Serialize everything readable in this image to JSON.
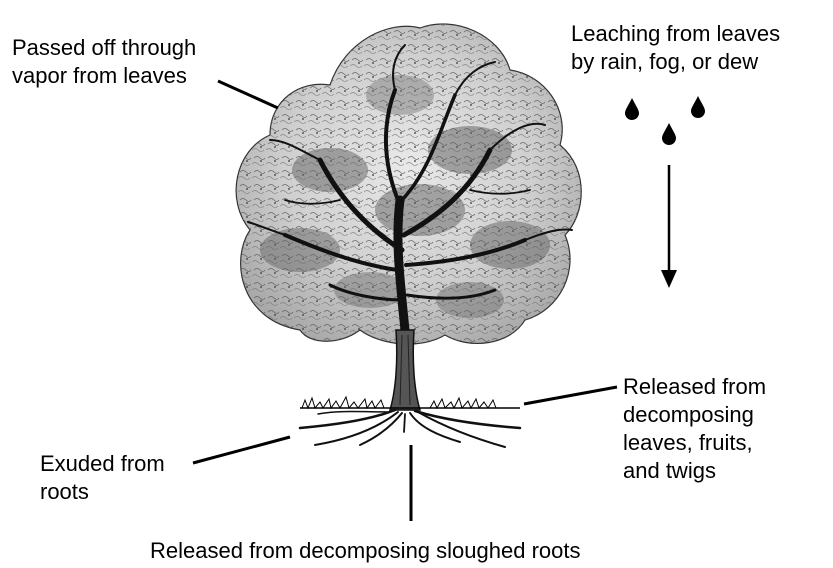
{
  "labels": {
    "vapor": [
      "Passed off through",
      "vapor from leaves"
    ],
    "leaching": [
      "Leaching from leaves",
      "by rain, fog, or dew"
    ],
    "decomposing_litter": [
      "Released from",
      "decomposing",
      "leaves, fruits,",
      "and twigs"
    ],
    "exuded": [
      "Exuded from",
      "roots"
    ],
    "sloughed": "Released from decomposing sloughed roots"
  },
  "icons": {
    "tree": "tree-illustration",
    "drops": "water-drop-icon",
    "arrow": "down-arrow-icon"
  },
  "colors": {
    "ink": "#000000",
    "background": "#ffffff"
  }
}
